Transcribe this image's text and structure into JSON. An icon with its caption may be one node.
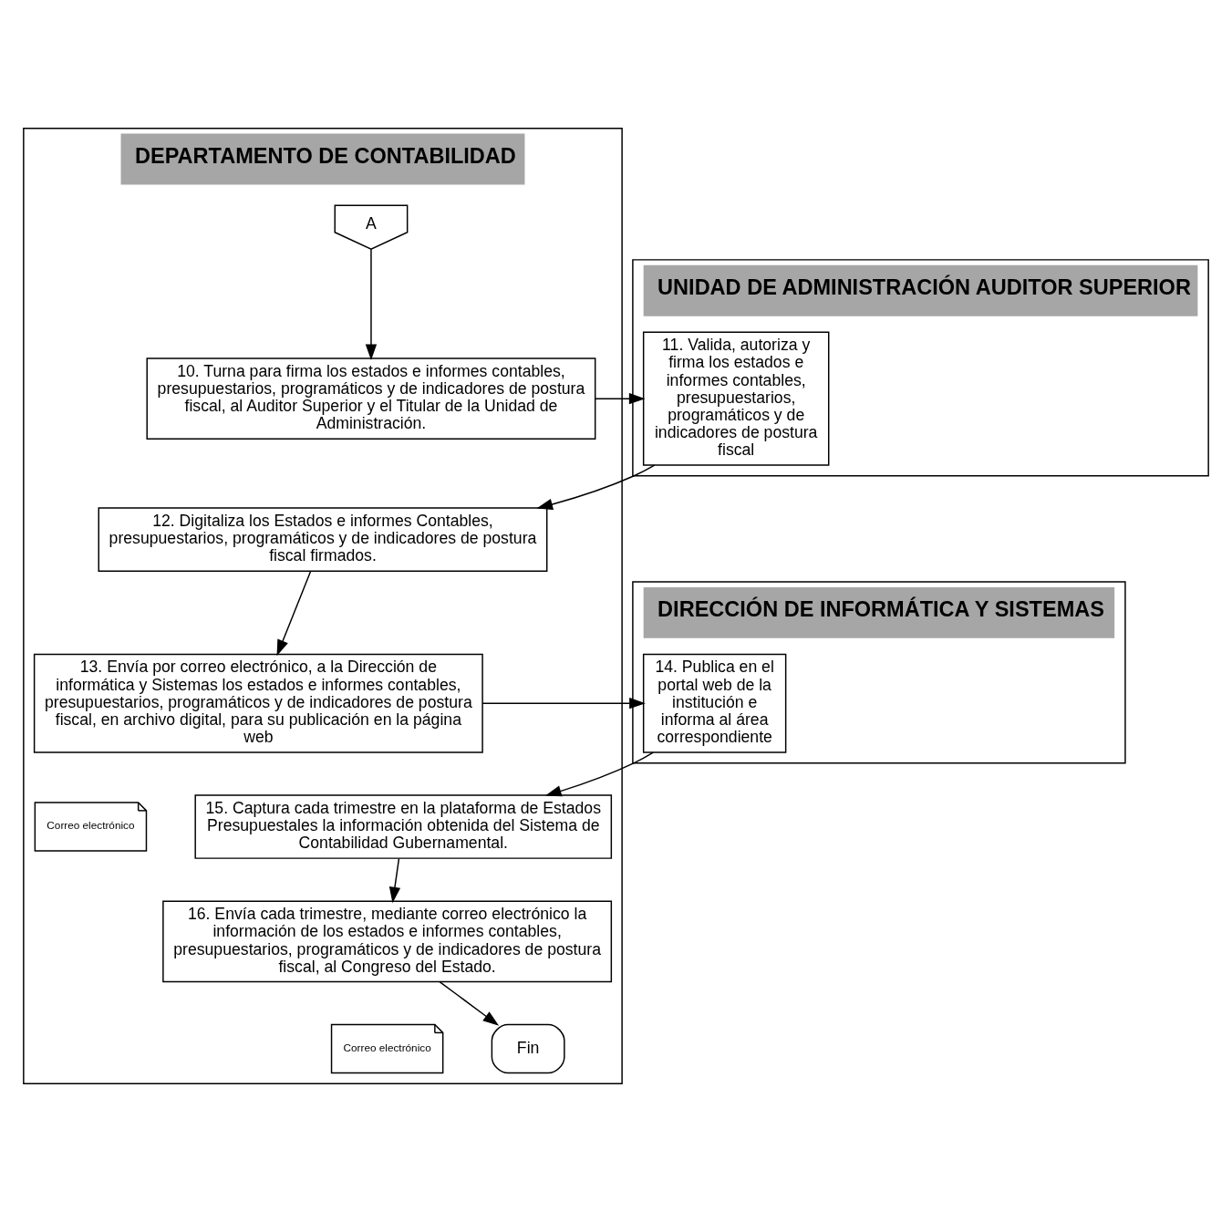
{
  "diagram": {
    "nodes": [
      {
        "text": [
          "DEPARTAMENTO DE CONTABILIDAD"
        ]
      },
      {
        "text": [
          "UNIDAD DE ADMINISTRACIÓN AUDITOR SUPERIOR"
        ]
      },
      {
        "text": [
          "DIRECCIÓN DE INFORMÁTICA Y SISTEMAS"
        ]
      },
      {
        "text": [
          "A"
        ],
        "in": 0
      },
      {
        "text": [
          "10. Turna para firma los estados e informes contables, presupuestarios, programáticos y de indicadores de postura fiscal, al Auditor Superior y el Titular de la Unidad de Administración."
        ],
        "in": 0
      },
      {
        "text": [
          "11. Valida, autoriza y firma los estados e informes contables, presupuestarios, programáticos y de indicadores de postura fiscal"
        ],
        "in": 1
      },
      {
        "text": [
          "12. Digitaliza los Estados e informes Contables, presupuestarios, programáticos y de indicadores de postura fiscal firmados."
        ],
        "in": 0
      },
      {
        "text": [
          "13. Envía por correo electrónico, a la Dirección de informática y Sistemas los estados e informes contables, presupuestarios, programáticos y de indicadores de postura fiscal, en archivo digital, para su publicación en la página web"
        ],
        "in": 0
      },
      {
        "text": [
          "Correo electrónico"
        ],
        "in": 0
      },
      {
        "text": [
          "14. Publica en el portal web de la institución e informa al área correspondiente"
        ],
        "in": 2
      },
      {
        "text": [
          "15. Captura cada trimestre en la plataforma de Estados Presupuestales la información obtenida del Sistema de Contabilidad Gubernamental."
        ],
        "in": 0
      },
      {
        "text": [
          "16. Envía cada trimestre, mediante correo electrónico la información de los estados e informes contables, presupuestarios, programáticos y de indicadores de postura fiscal, al Congreso del Estado."
        ],
        "in": 0
      },
      {
        "text": [
          "Correo electrónico"
        ],
        "in": 0
      },
      {
        "text": [
          "Fin"
        ],
        "in": 0
      }
    ],
    "edges": [
      {
        "from": 3,
        "to": 4,
        "arrow": "to"
      },
      {
        "from": 4,
        "to": 5,
        "arrow": "to"
      },
      {
        "from": 5,
        "to": 6,
        "arrow": "to"
      },
      {
        "from": 6,
        "to": 7,
        "arrow": "to"
      },
      {
        "from": 7,
        "to": 9,
        "arrow": "to"
      },
      {
        "from": 9,
        "to": 10,
        "arrow": "to"
      },
      {
        "from": 10,
        "to": 11,
        "arrow": "to"
      },
      {
        "from": 11,
        "to": 13,
        "arrow": "to"
      }
    ]
  }
}
